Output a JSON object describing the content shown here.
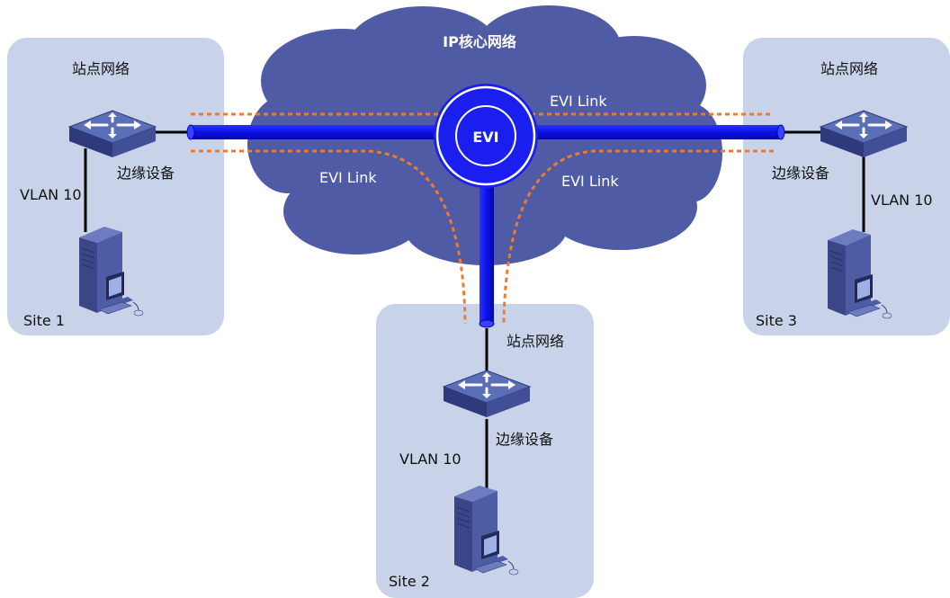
{
  "diagram": {
    "core_network_label": "IP核心网络",
    "evi_label": "EVI",
    "links": {
      "top_right": "EVI Link",
      "bottom_left": "EVI Link",
      "bottom_right": "EVI Link"
    },
    "sites": [
      {
        "site_label": "Site 1",
        "network_label": "站点网络",
        "edge_device_label": "边缘设备",
        "vlan_label": "VLAN 10"
      },
      {
        "site_label": "Site 2",
        "network_label": "站点网络",
        "edge_device_label": "边缘设备",
        "vlan_label": "VLAN 10"
      },
      {
        "site_label": "Site 3",
        "network_label": "站点网络",
        "edge_device_label": "边缘设备",
        "vlan_label": "VLAN 10"
      }
    ],
    "colors": {
      "cloud": "#4f5ba4",
      "site_background": "#c8d3ea",
      "tunnel": "#0c12e6",
      "dashed_link": "#f07a2c",
      "device": "#3b4a8c"
    },
    "icons": [
      "switch-icon",
      "server-pc-icon",
      "cloud-icon"
    ]
  }
}
